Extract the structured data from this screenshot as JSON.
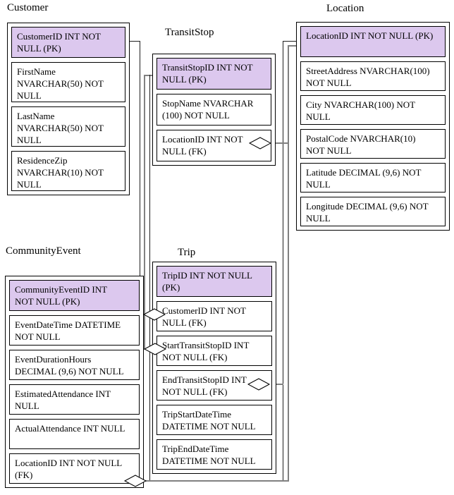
{
  "colors": {
    "entity_header_fill": "#dcc8ee",
    "connector_gray": "#808080",
    "connector_black": "#1f1f1f",
    "cell_border": "#000000"
  },
  "entities": [
    {
      "id": "customer",
      "title": "Customer",
      "header": "CustomerID INT NOT\nNULL (PK)",
      "rows": [
        "FirstName\nNVARCHAR(50) NOT\nNULL",
        "LastName\nNVARCHAR(50) NOT\nNULL",
        "ResidenceZip\nNVARCHAR(10) NOT\nNULL"
      ]
    },
    {
      "id": "transitstop",
      "title": "TransitStop",
      "header": "TransitStopID INT NOT\nNULL (PK)",
      "rows": [
        "StopName NVARCHAR\n(100) NOT NULL",
        "LocationID INT NOT\nNULL (FK)"
      ]
    },
    {
      "id": "location",
      "title": "Location",
      "header": "LocationID INT NOT NULL (PK)",
      "rows": [
        "StreetAddress NVARCHAR(100)\nNOT NULL",
        "City NVARCHAR(100) NOT\nNULL",
        "PostalCode NVARCHAR(10)\nNOT NULL",
        "Latitude DECIMAL (9,6) NOT\nNULL",
        "Longitude DECIMAL (9,6) NOT\nNULL"
      ]
    },
    {
      "id": "communityevent",
      "title": "CommunityEvent",
      "header": "CommunityEventID INT\nNOT NULL (PK)",
      "rows": [
        "EventDateTime DATETIME\nNOT NULL",
        "EventDurationHours\nDECIMAL (9,6) NOT NULL",
        "EstimatedAttendance INT\nNULL",
        "ActualAttendance INT NULL",
        "LocationID INT NOT NULL\n(FK)"
      ]
    },
    {
      "id": "trip",
      "title": "Trip",
      "header": "TripID INT NOT NULL\n(PK)",
      "rows": [
        "CustomerID INT NOT\nNULL (FK)",
        "StartTransitStopID INT\nNOT NULL (FK)",
        "EndTransitStopID INT\nNOT NULL (FK)",
        "TripStartDateTime\nDATETIME NOT NULL",
        "TripEndDateTime\nDATETIME NOT NULL"
      ]
    }
  ],
  "relationships": [
    {
      "from": "Customer.CustomerID (PK)",
      "to": "Trip.CustomerID (FK)"
    },
    {
      "from": "TransitStop.TransitStopID (PK)",
      "to": "Trip.StartTransitStopID (FK)"
    },
    {
      "from": "TransitStop.TransitStopID (PK)",
      "to": "Trip.EndTransitStopID (FK)"
    },
    {
      "from": "TransitStop.LocationID (FK)",
      "to": "Location.LocationID (PK)"
    },
    {
      "from": "CommunityEvent.LocationID (FK)",
      "to": "Location.LocationID (PK)"
    }
  ]
}
